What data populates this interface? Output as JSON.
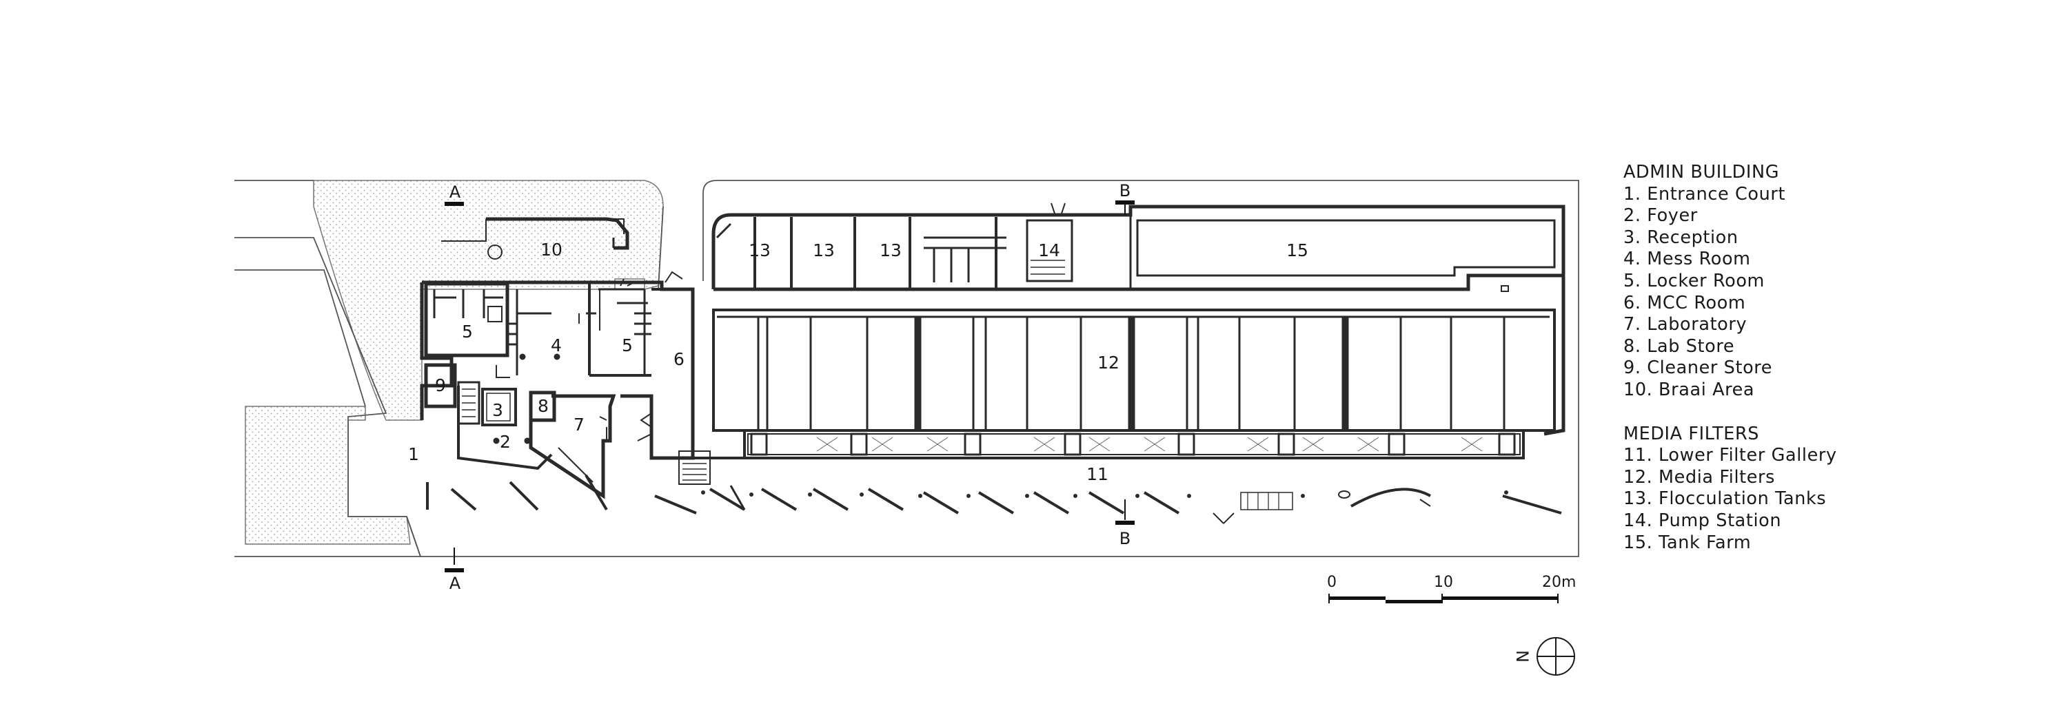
{
  "legend": {
    "admin_heading": "ADMIN BUILDING",
    "admin_items": [
      "1. Entrance Court",
      "2. Foyer",
      "3. Reception",
      "4. Mess Room",
      "5. Locker Room",
      "6. MCC Room",
      "7. Laboratory",
      "8. Lab Store",
      "9. Cleaner Store",
      "10. Braai Area"
    ],
    "media_heading": "MEDIA FILTERS",
    "media_items": [
      "11. Lower Filter Gallery",
      "12. Media Filters",
      "13. Flocculation Tanks",
      "14. Pump Station",
      "15. Tank Farm"
    ]
  },
  "room_labels": {
    "r1": "1",
    "r2": "2",
    "r3": "3",
    "r4": "4",
    "r5a": "5",
    "r5b": "5",
    "r6": "6",
    "r7": "7",
    "r8": "8",
    "r9": "9",
    "r10": "10",
    "r11": "11",
    "r12": "12",
    "r13a": "13",
    "r13b": "13",
    "r13c": "13",
    "r14": "14",
    "r15": "15"
  },
  "section_marks": {
    "a_top": "A",
    "a_bottom": "A",
    "b_top": "B",
    "b_bottom": "B"
  },
  "scale_bar": {
    "tick0": "0",
    "tick10": "10",
    "tick20": "20m"
  },
  "north": {
    "label": "N"
  }
}
